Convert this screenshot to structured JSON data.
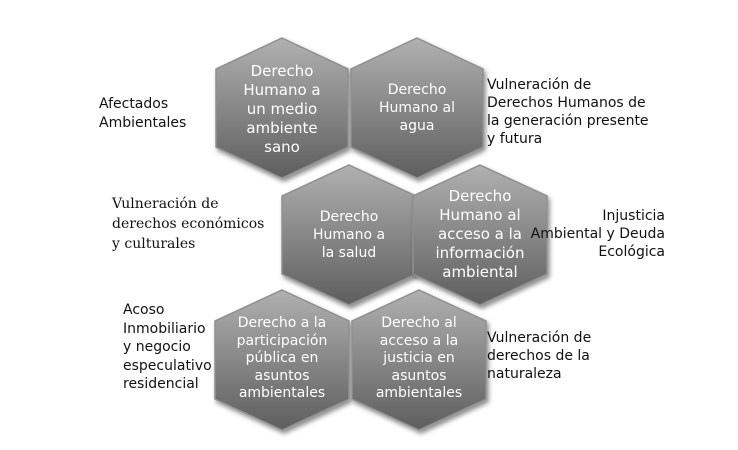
{
  "hexagons": [
    {
      "id": "hex-medio-ambiente",
      "label": "Derecho\nHumano a\nun medio\nambiente\nsano"
    },
    {
      "id": "hex-agua",
      "label": "Derecho\nHumano al\nagua"
    },
    {
      "id": "hex-salud",
      "label": "Derecho\nHumano a\nla salud"
    },
    {
      "id": "hex-informacion",
      "label": "Derecho\nHumano al\nacceso a la\ninformación\nambiental"
    },
    {
      "id": "hex-participacion",
      "label": "Derecho a la\nparticipación\npública en\nasuntos\nambientales"
    },
    {
      "id": "hex-justicia",
      "label": "Derecho al\nacceso a la\njusticia en\nasuntos\nambientales"
    }
  ],
  "side_labels": {
    "afectados": "Afectados\nAmbientales",
    "generacion": "Vulneración de\nDerechos Humanos de\nla generación presente\ny futura",
    "economicos": "Vulneración de\nderechos económicos\ny  culturales",
    "injusticia": "Injusticia\nAmbiental y Deuda\nEcológica",
    "acoso": "Acoso\nInmobiliario\ny negocio\nespeculativo\nresidencial",
    "naturaleza": "Vulneración de\nderechos de la\nnaturaleza"
  },
  "colors": {
    "hex_fill_light": "#b0b0b0",
    "hex_fill_dark": "#5e5e5e",
    "hex_edge": "#8f8f8f"
  }
}
